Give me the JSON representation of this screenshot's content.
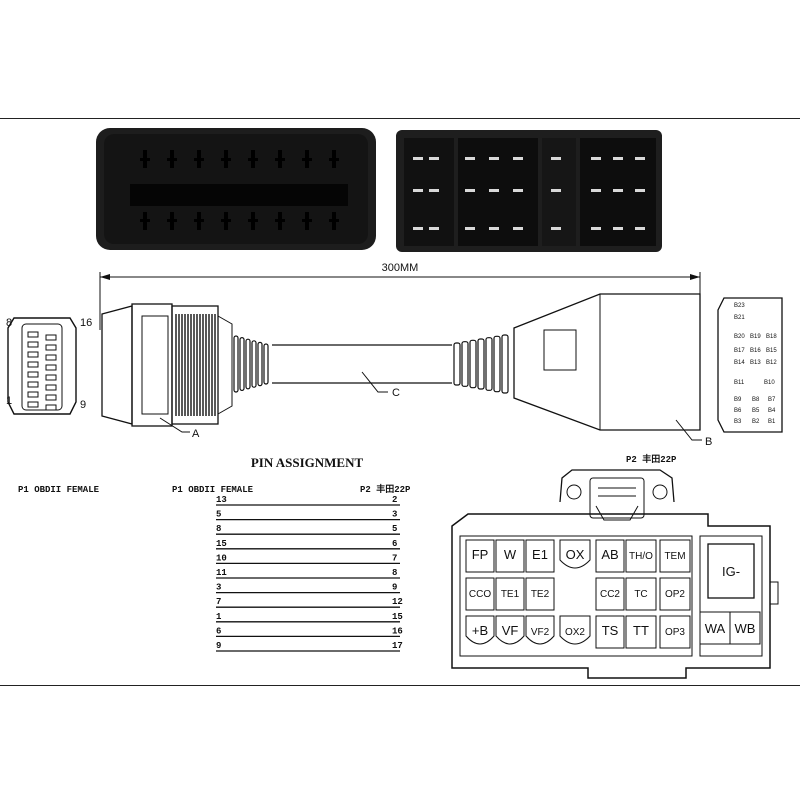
{
  "dimension": {
    "length": "300MM"
  },
  "callouts": {
    "a": "A",
    "b": "B",
    "c": "C"
  },
  "obd_face": {
    "pin_top_left": "8",
    "pin_top_right": "16",
    "pin_bottom_left": "1",
    "pin_bottom_right": "9"
  },
  "pin_assignment": {
    "title": "PIN ASSIGNMENT",
    "col_left_header": "P1 OBDII FEMALE",
    "col_mid_header": "P1 OBDII FEMALE",
    "col_right_header": "P2 丰田22P",
    "rows": [
      {
        "from": "13",
        "to": "2"
      },
      {
        "from": "5",
        "to": "3"
      },
      {
        "from": "8",
        "to": "5"
      },
      {
        "from": "15",
        "to": "6"
      },
      {
        "from": "10",
        "to": "7"
      },
      {
        "from": "11",
        "to": "8"
      },
      {
        "from": "3",
        "to": "9"
      },
      {
        "from": "7",
        "to": "12"
      },
      {
        "from": "1",
        "to": "15"
      },
      {
        "from": "6",
        "to": "16"
      },
      {
        "from": "9",
        "to": "17"
      }
    ]
  },
  "toyota_connector": {
    "label": "P2 丰田22P",
    "row1": [
      "FP",
      "W",
      "E1",
      "OX",
      "AB",
      "TH/O",
      "TEM"
    ],
    "row2": [
      "CCO",
      "TE1",
      "TE2",
      "CC2",
      "TC",
      "OP2"
    ],
    "row3": [
      "+B",
      "VF",
      "VF2",
      "OX2",
      "TS",
      "TT",
      "OP3"
    ],
    "right_top": "IG-",
    "right_bottom": [
      "WA",
      "WB"
    ]
  },
  "end_face_labels": [
    "B23",
    "B21",
    "B20",
    "B19",
    "B18",
    "B17",
    "B16",
    "B15",
    "B14",
    "B13",
    "B12",
    "B11",
    "B10",
    "B9",
    "B8",
    "B7",
    "B6",
    "B5",
    "B4",
    "B3",
    "B2",
    "B1"
  ]
}
